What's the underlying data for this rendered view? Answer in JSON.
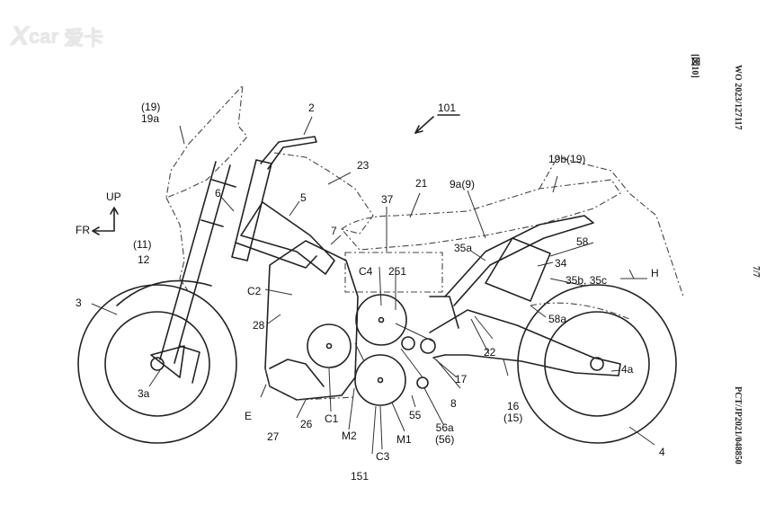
{
  "watermark": {
    "prefix": "X",
    "brand": "car",
    "cn": "爱卡"
  },
  "sidebar": {
    "pub": "WO 2023/127117",
    "fig": "[図10]",
    "page": "7/7",
    "app": "PCT/JP2021/048850"
  },
  "labels": {
    "ref101": "101",
    "n2": "2",
    "n19a": "(19)\n19a",
    "n23": "23",
    "n6": "6",
    "n5": "5",
    "n21": "21",
    "n9a": "9a(9)",
    "n19b": "19b(19)",
    "n37": "37",
    "nUP": "UP",
    "nFR": "FR",
    "n11": "(11)",
    "n12": "12",
    "n7": "7",
    "n58": "58",
    "n35a": "35a",
    "n34": "34",
    "nC4": "C4",
    "n251": "251",
    "nH": "H",
    "n35b": "35b, 35c",
    "nC2": "C2",
    "n3": "3",
    "n58a": "58a",
    "n28": "28",
    "n22": "22",
    "n17": "17",
    "n4a": "4a",
    "n3a": "3a",
    "n8": "8",
    "n16": "16\n(15)",
    "nE": "E",
    "n55": "55",
    "n56a": "56a\n(56)",
    "n26": "26",
    "nC1": "C1",
    "n27": "27",
    "nM2": "M2",
    "nM1": "M1",
    "nC3": "C3",
    "n4": "4",
    "n151": "151"
  }
}
